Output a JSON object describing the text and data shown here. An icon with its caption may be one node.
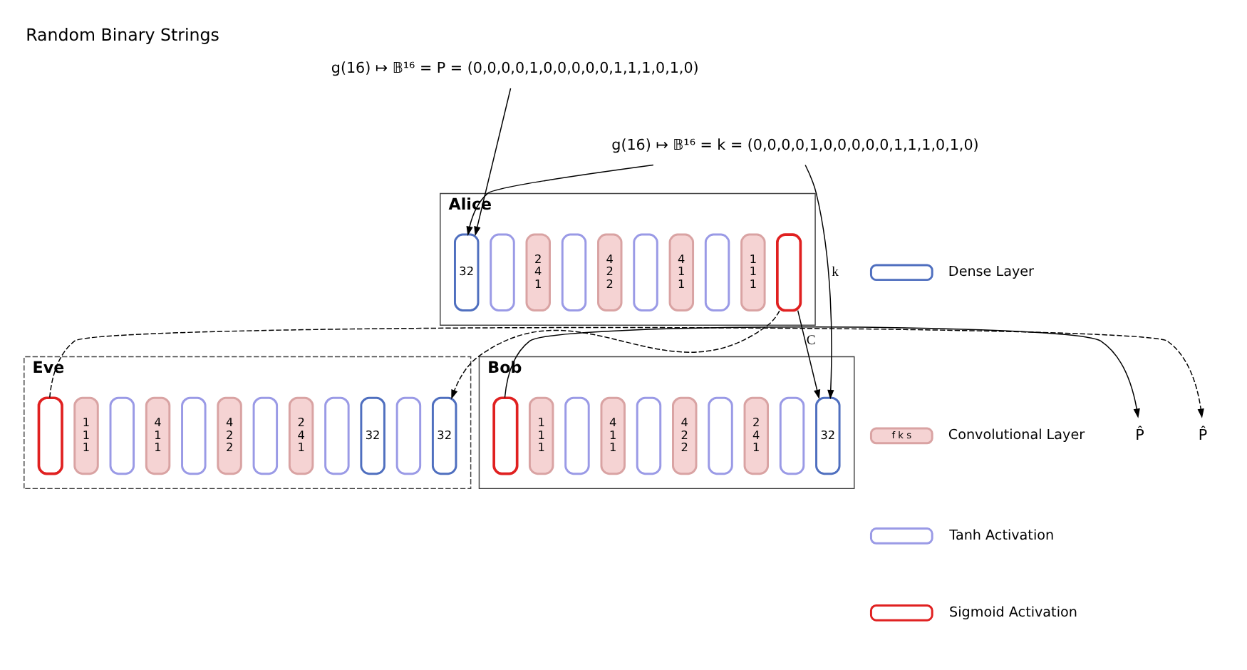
{
  "diagram": {
    "title": "Random Binary Strings",
    "nodes": [
      {
        "text": [
          "g(16) ↦ 𝔹¹⁶ = P = (0,0,0,0,1,0,0,0,0,0,1,1,1,0,1,0)"
        ]
      },
      {
        "text": [
          "g(16) ↦ 𝔹¹⁶ = k = (0,0,0,0,1,0,0,0,0,0,1,1,1,0,1,0)"
        ]
      },
      {
        "text": [
          "Alice"
        ]
      },
      {
        "text": [
          "32"
        ],
        "in": 2
      },
      {
        "text": [],
        "shape": "box",
        "in": 2
      },
      {
        "text": [
          "2 4 1"
        ],
        "in": 2
      },
      {
        "text": [],
        "shape": "box",
        "in": 2
      },
      {
        "text": [
          "4 2 2"
        ],
        "in": 2
      },
      {
        "text": [],
        "shape": "box",
        "in": 2
      },
      {
        "text": [
          "4 1 1"
        ],
        "in": 2
      },
      {
        "text": [],
        "shape": "box",
        "in": 2
      },
      {
        "text": [
          "1 1 1"
        ],
        "in": 2
      },
      {
        "text": [],
        "shape": "box",
        "in": 2
      },
      {
        "text": [
          "Bob"
        ]
      },
      {
        "text": [],
        "shape": "box",
        "in": 13
      },
      {
        "text": [
          "1 1 1"
        ],
        "in": 13
      },
      {
        "text": [],
        "shape": "box",
        "in": 13
      },
      {
        "text": [
          "4 1 1"
        ],
        "in": 13
      },
      {
        "text": [],
        "shape": "box",
        "in": 13
      },
      {
        "text": [
          "4 2 2"
        ],
        "in": 13
      },
      {
        "text": [],
        "shape": "box",
        "in": 13
      },
      {
        "text": [
          "2 4 1"
        ],
        "in": 13
      },
      {
        "text": [],
        "shape": "box",
        "in": 13
      },
      {
        "text": [
          "32"
        ],
        "in": 13
      },
      {
        "text": [
          "P̂"
        ]
      },
      {
        "text": [
          "Eve"
        ]
      },
      {
        "text": [],
        "shape": "box",
        "in": 25
      },
      {
        "text": [
          "1 1 1"
        ],
        "in": 25
      },
      {
        "text": [],
        "shape": "box",
        "in": 25
      },
      {
        "text": [
          "4 1 1"
        ],
        "in": 25
      },
      {
        "text": [],
        "shape": "box",
        "in": 25
      },
      {
        "text": [
          "4 2 2"
        ],
        "in": 25
      },
      {
        "text": [],
        "shape": "box",
        "in": 25
      },
      {
        "text": [
          "2 4 1"
        ],
        "in": 25
      },
      {
        "text": [],
        "shape": "box",
        "in": 25
      },
      {
        "text": [
          "32"
        ],
        "in": 25
      },
      {
        "text": [],
        "shape": "box",
        "in": 25
      },
      {
        "text": [
          "32"
        ],
        "in": 25
      },
      {
        "text": [
          "P̂"
        ]
      }
    ],
    "edges": [
      {
        "from": 0,
        "to": 3,
        "arrow": "to"
      },
      {
        "from": 1,
        "to": 3,
        "arrow": "to"
      },
      {
        "from": 1,
        "to": 23,
        "arrow": "to",
        "label": "k"
      },
      {
        "from": 12,
        "to": 23,
        "arrow": "to",
        "label": "C"
      },
      {
        "from": 12,
        "to": 37,
        "arrow": "to",
        "style": "dashed"
      },
      {
        "from": 14,
        "to": 24,
        "arrow": "to"
      },
      {
        "from": 26,
        "to": 38,
        "arrow": "to",
        "style": "dashed"
      }
    ],
    "labels": [
      "f k s"
    ],
    "legend": [
      {
        "text": "Dense Layer",
        "color": "#4f6fbf"
      },
      {
        "text": "Convolutional Layer",
        "color": "#f5d3d3"
      },
      {
        "text": "Tanh Activation",
        "color": "#9a9ae6"
      },
      {
        "text": "Sigmoid Activation",
        "color": "#e02020"
      }
    ]
  }
}
